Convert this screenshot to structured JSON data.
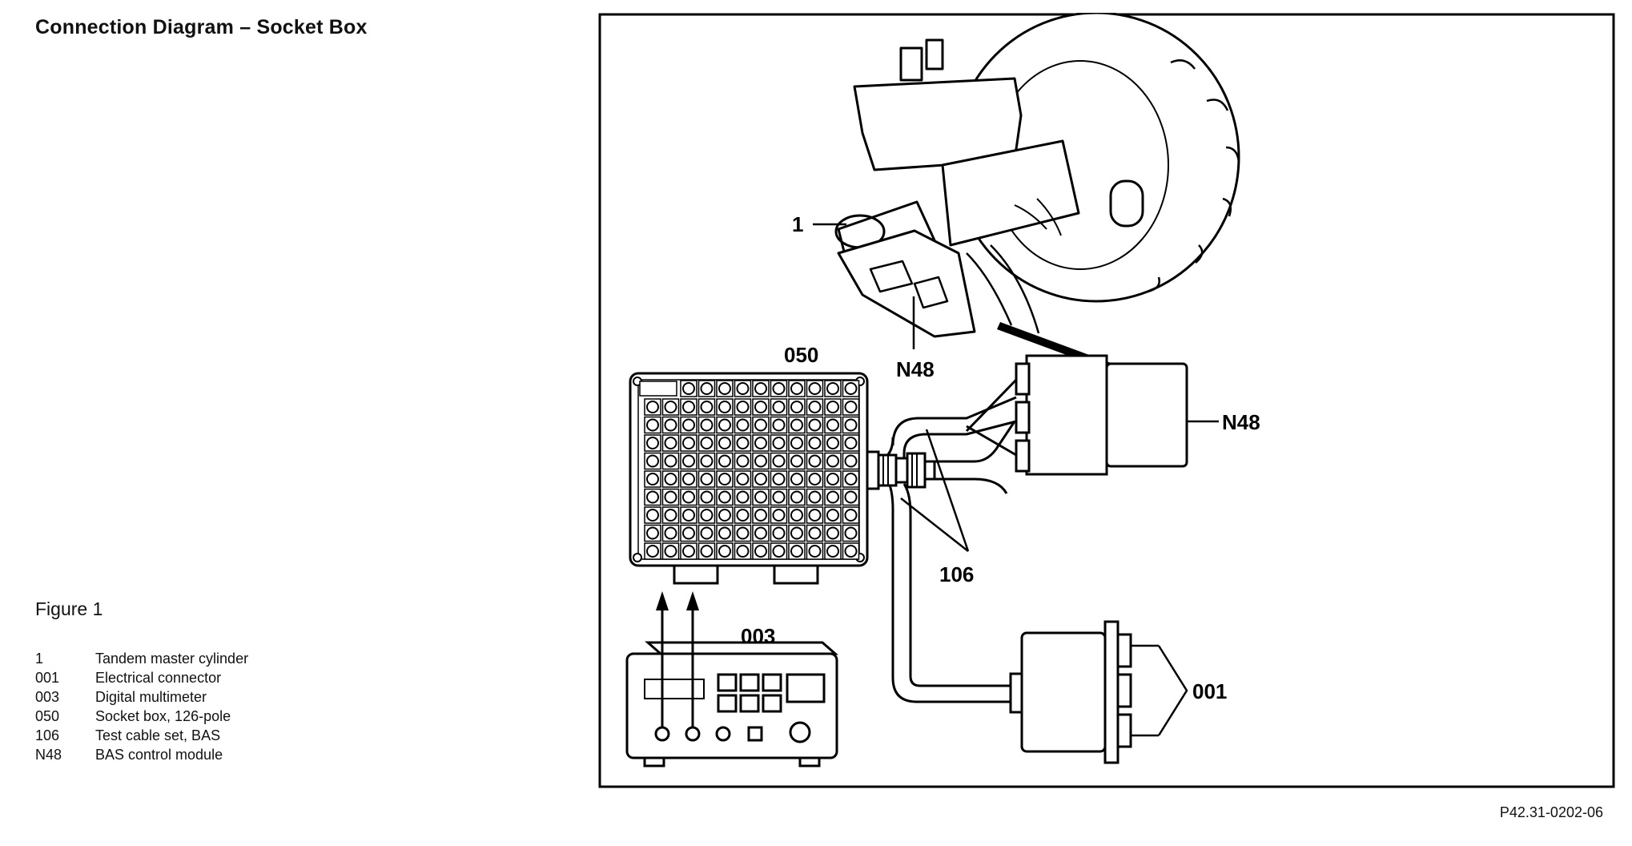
{
  "page": {
    "title": "Connection Diagram – Socket Box",
    "figure_label": "Figure 1",
    "figure_id": "P42.31-0202-06"
  },
  "legend": [
    {
      "code": "1",
      "text": "Tandem master cylinder"
    },
    {
      "code": "001",
      "text": "Electrical connector"
    },
    {
      "code": "003",
      "text": "Digital multimeter"
    },
    {
      "code": "050",
      "text": "Socket box, 126-pole"
    },
    {
      "code": "106",
      "text": "Test cable set, BAS"
    },
    {
      "code": "N48",
      "text": "BAS control module"
    }
  ],
  "diagram": {
    "callouts": {
      "c1": "1",
      "c050": "050",
      "cN48a": "N48",
      "cN48b": "N48",
      "c106": "106",
      "c003": "003",
      "c001": "001"
    }
  }
}
